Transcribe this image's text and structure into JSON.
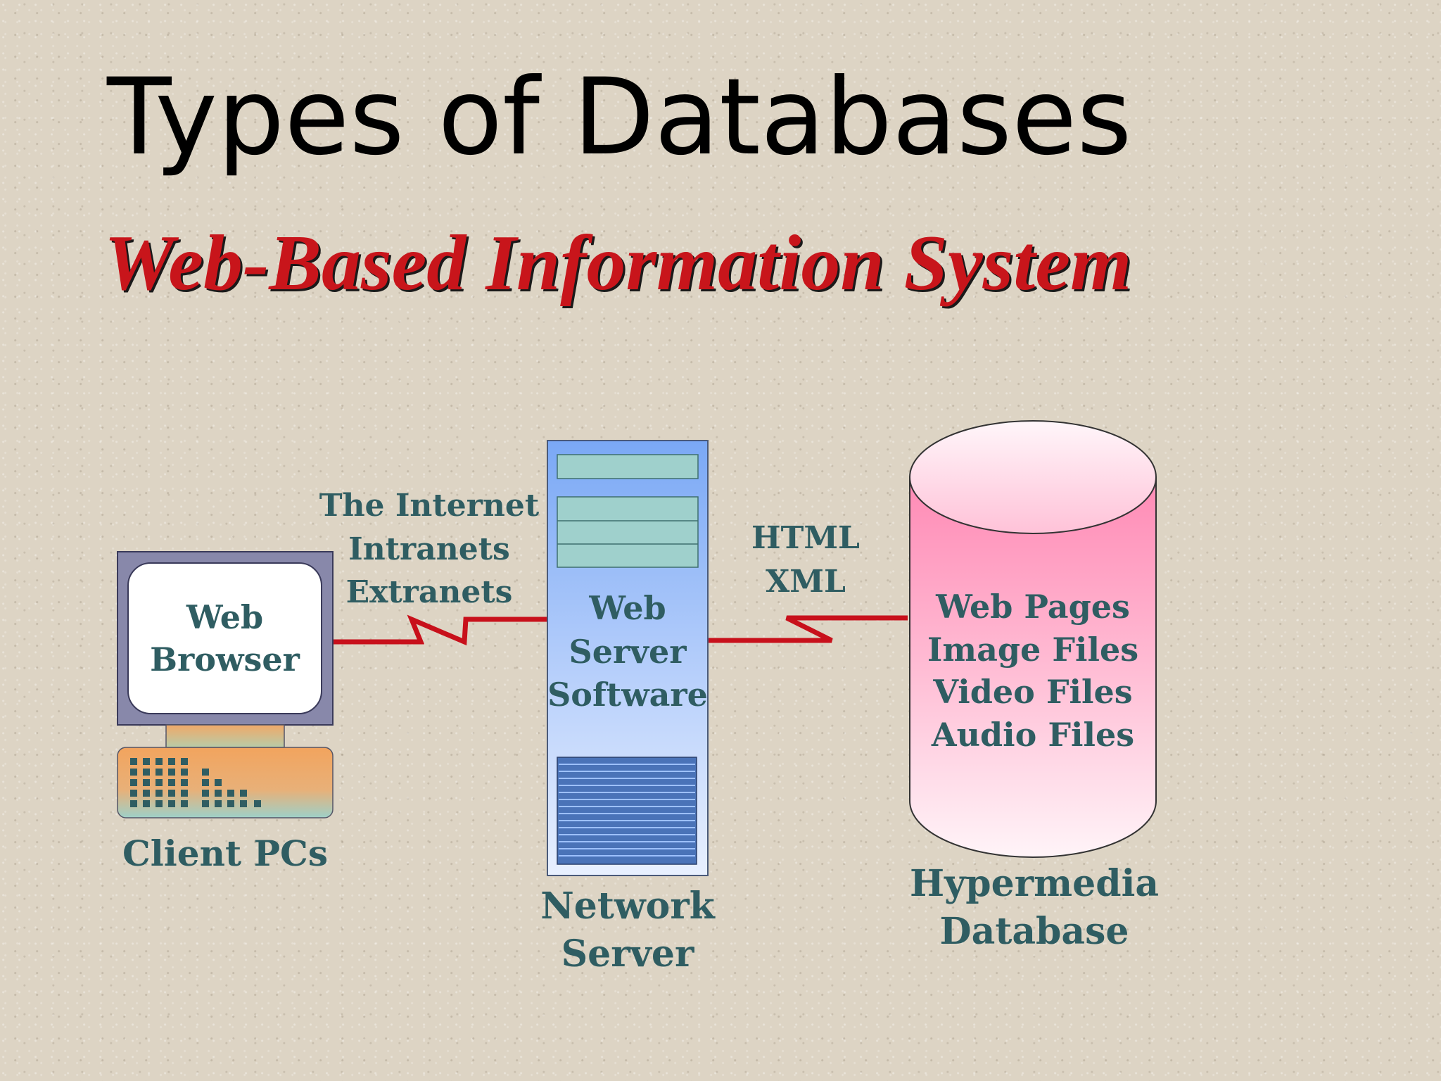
{
  "slide": {
    "title": "Types of Databases",
    "subtitle": "Web-Based Information System"
  },
  "client": {
    "screen_lines": [
      "Web",
      "Browser"
    ],
    "caption": "Client PCs"
  },
  "network_links": {
    "left_lines": [
      "The Internet",
      "Intranets",
      "Extranets"
    ],
    "right_lines": [
      "HTML",
      "XML"
    ]
  },
  "server": {
    "body_lines": [
      "Web",
      "Server",
      "Software"
    ],
    "caption_lines": [
      "Network",
      "Server"
    ]
  },
  "database": {
    "body_lines": [
      "Web Pages",
      "Image Files",
      "Video Files",
      "Audio Files"
    ],
    "caption_lines": [
      "Hypermedia",
      "Database"
    ]
  },
  "colors": {
    "label_text": "#2f5d62",
    "subtitle_red": "#c8151b",
    "link_red": "#c8101b",
    "monitor_frame": "#8888aa",
    "keyboard_orange": "#f0a060",
    "server_blue": "#8ab4f8",
    "server_panel": "#9fd0cc",
    "database_pink": "#ff8fb8"
  },
  "icons": [
    "monitor-icon",
    "keyboard-icon",
    "server-tower-icon",
    "database-cylinder-icon"
  ]
}
